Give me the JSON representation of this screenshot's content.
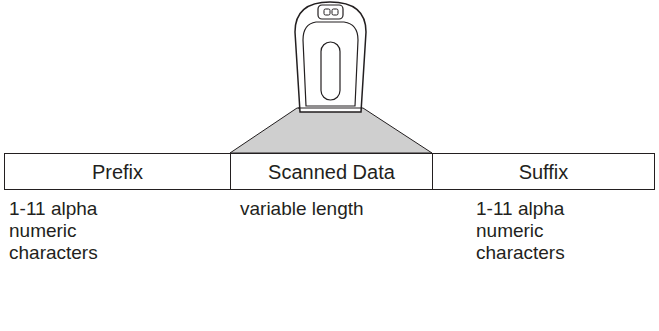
{
  "diagram": {
    "nodes": [
      {
        "text": [
          "Prefix"
        ]
      },
      {
        "text": [
          "Scanned Data"
        ]
      },
      {
        "text": [
          "Suffix"
        ]
      }
    ],
    "labels": [
      "1-11 alpha numeric characters",
      "variable length",
      "1-11 alpha numeric characters"
    ]
  }
}
